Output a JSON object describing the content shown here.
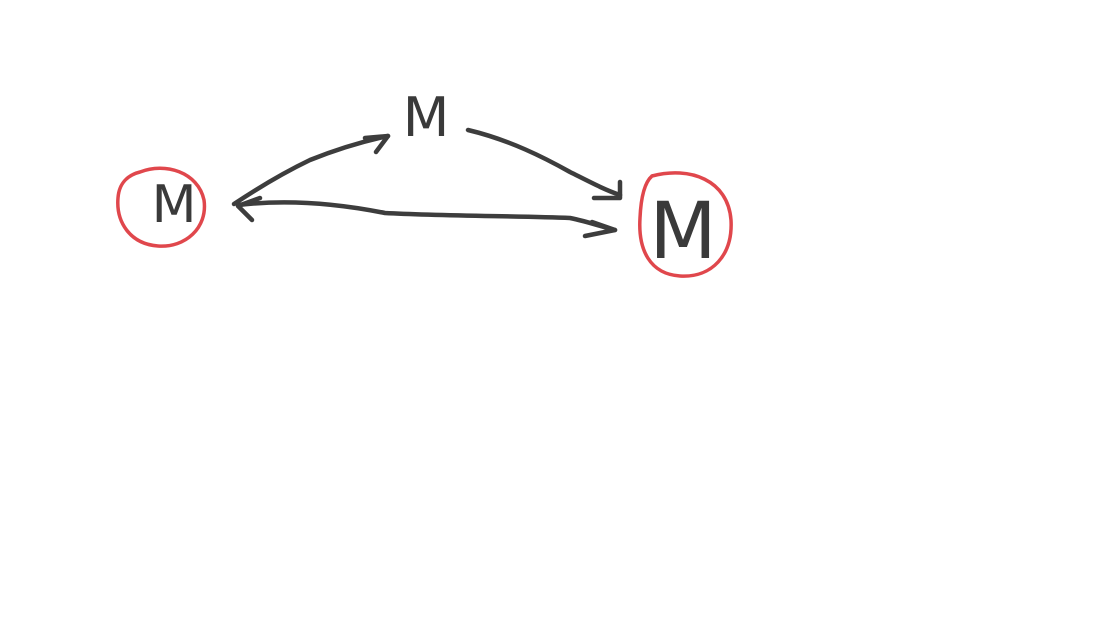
{
  "diagram": {
    "nodes": [
      {
        "id": "left",
        "label": "M",
        "circled": true
      },
      {
        "id": "top",
        "label": "M",
        "circled": false
      },
      {
        "id": "right",
        "label": "M",
        "circled": true
      }
    ],
    "edges": [
      {
        "from": "left",
        "to": "top"
      },
      {
        "from": "top",
        "to": "right"
      },
      {
        "from": "left",
        "to": "right",
        "bidirectional": true
      }
    ],
    "colors": {
      "ink": "#3d3d3d",
      "highlight": "#e0474c",
      "background": "#ffffff"
    }
  }
}
